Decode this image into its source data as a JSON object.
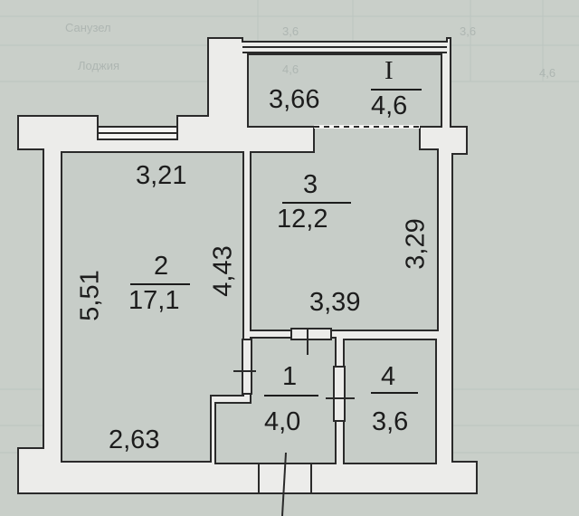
{
  "background_text": {
    "row1_label": "Санузел",
    "row1_val_a": "3,6",
    "row1_val_b": "3,6",
    "row2_label": "Лоджия",
    "row2_val_a": "4,6",
    "row2_val_b": "4,6"
  },
  "rooms": [
    {
      "number": "1",
      "area": "4,0"
    },
    {
      "number": "2",
      "area": "17,1"
    },
    {
      "number": "3",
      "area": "12,2"
    },
    {
      "number": "4",
      "area": "3,6"
    },
    {
      "number": "I",
      "area": "4,6"
    }
  ],
  "dimensions": {
    "loggia_width": "3,66",
    "room2_top": "3,21",
    "room2_height": "5,51",
    "room2_right": "4,43",
    "room2_bottom": "2,63",
    "room3_height": "3,29",
    "room3_bottom": "3,39"
  },
  "colors": {
    "wall": "#ececea",
    "outline": "#2a2a2a",
    "room_fill": "#c7cdc8",
    "paper": "#c9cfc9"
  }
}
